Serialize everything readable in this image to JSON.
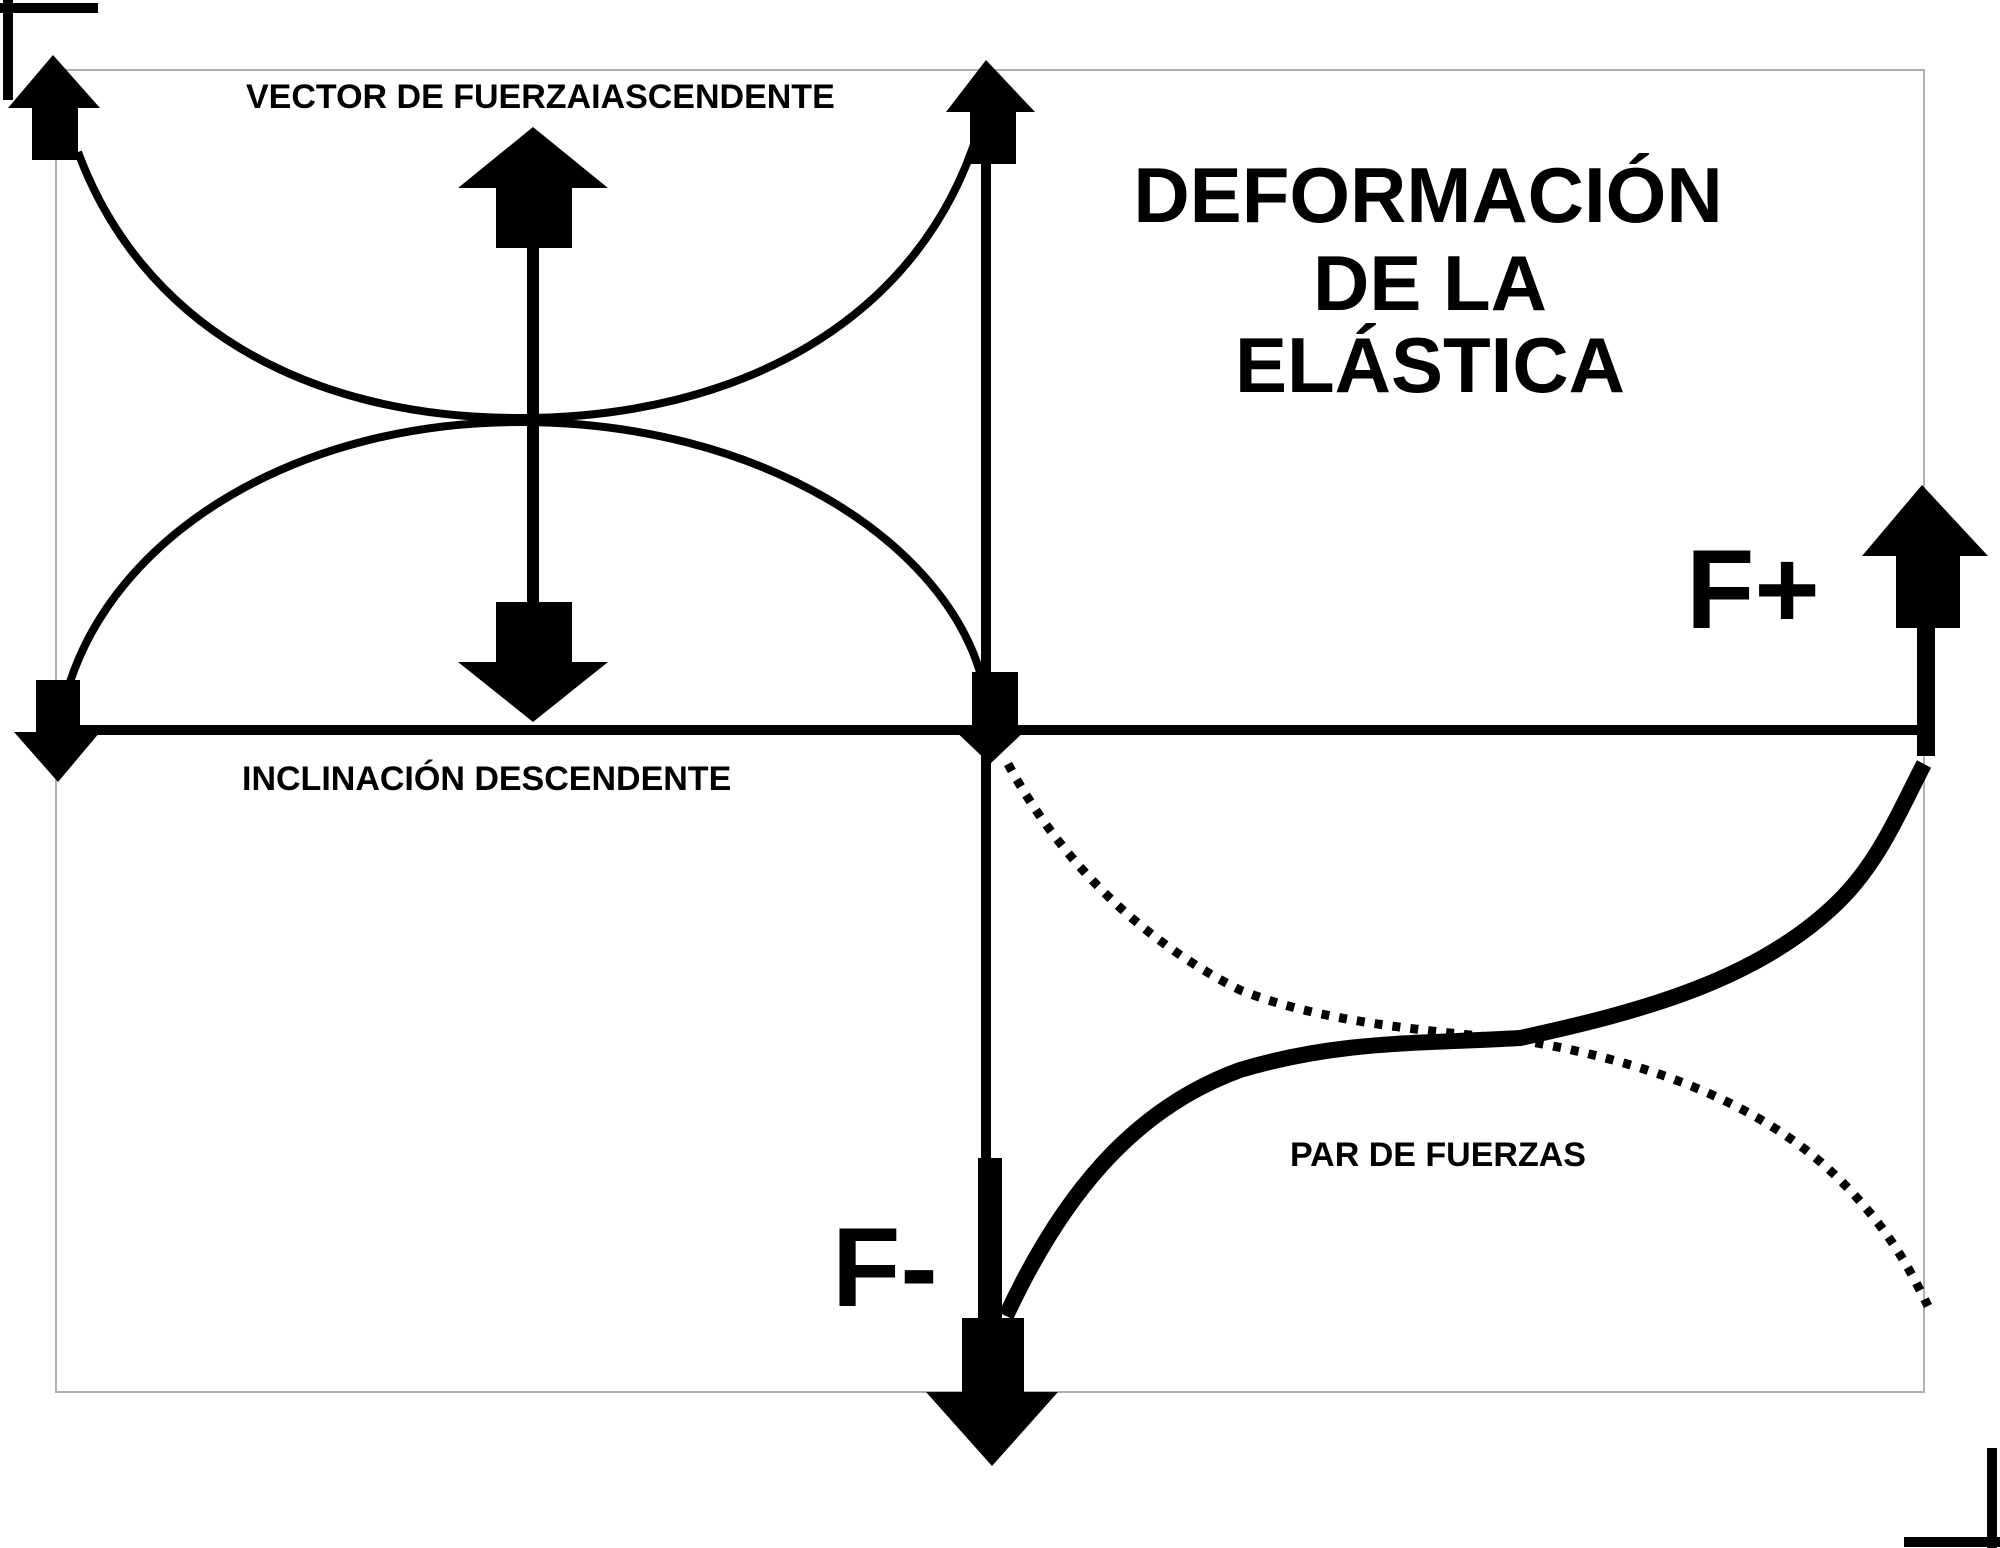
{
  "title": {
    "line1": "DEFORMACIÓN",
    "line2": "DE LA",
    "line3": "ELÁSTICA"
  },
  "labels": {
    "upward_force_vector": "VECTOR DE FUERZAIASCENDENTE",
    "downward_inclination": "INCLINACIÓN DESCENDENTE",
    "force_couple": "PAR DE FUERZAS",
    "force_positive": "F+",
    "force_negative": "F-"
  },
  "colors": {
    "ink": "#000000",
    "frame": "#b0b0b0",
    "background": "#ffffff"
  }
}
